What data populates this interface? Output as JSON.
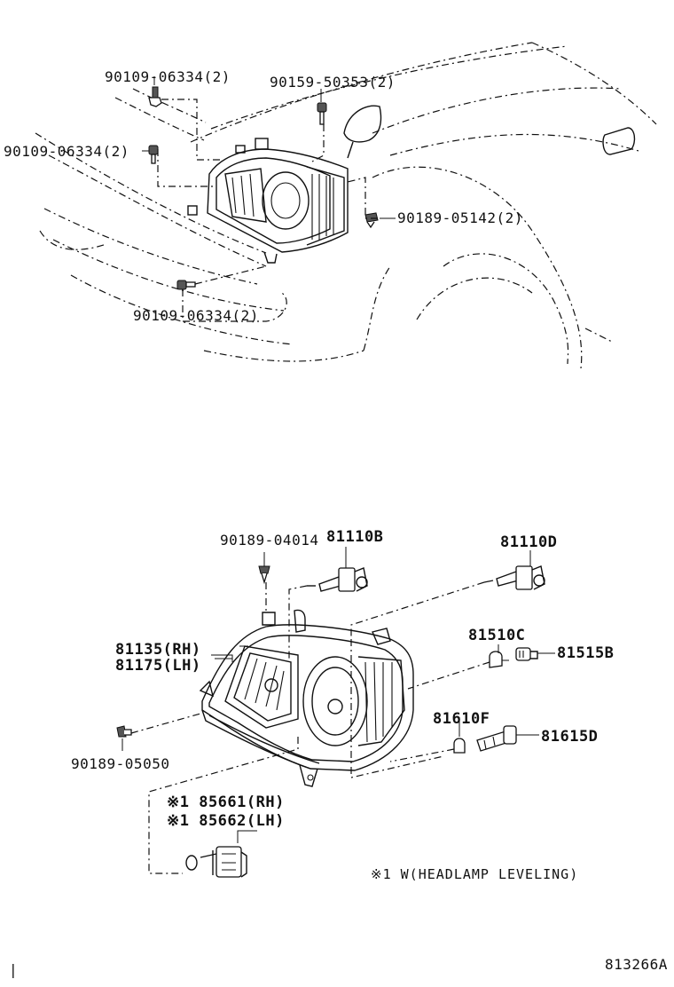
{
  "labels": {
    "top_bolt_a": "90109-06334(2)",
    "top_bolt_b": "90159-50353(2)",
    "left_bolt": "90109-06334(2)",
    "right_clip": "90189-05142(2)",
    "bottom_bolt": "90109-06334(2)",
    "clip_top": "90189-04014",
    "bulb_b": "81110B",
    "bulb_d": "81110D",
    "unit_rh": "81135(RH)",
    "unit_lh": "81175(LH)",
    "bulb_c": "81510C",
    "socket_b": "81515B",
    "bulb_f": "81610F",
    "socket_d": "81615D",
    "clip_left": "90189-05050",
    "leveling_rh": "※1 85661(RH)",
    "leveling_lh": "※1 85662(LH)"
  },
  "note": "※1 W(HEADLAMP LEVELING)",
  "figure_id": "813266A",
  "margin_mark": "|"
}
